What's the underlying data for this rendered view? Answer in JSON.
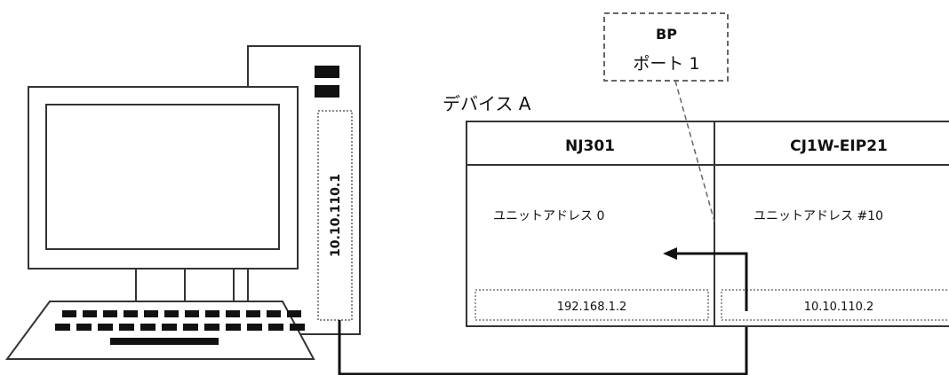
{
  "bp_callout": {
    "line1": "BP",
    "line2": "ポート 1"
  },
  "device": {
    "title": "デバイス A",
    "left_module": {
      "name": "NJ301",
      "unit_address": "ユニットアドレス 0",
      "ip": "192.168.1.2"
    },
    "right_module": {
      "name": "CJ1W-EIP21",
      "unit_address": "ユニットアドレス #10",
      "ip": "10.10.110.2"
    }
  },
  "pc": {
    "ip": "10.10.110.1"
  }
}
